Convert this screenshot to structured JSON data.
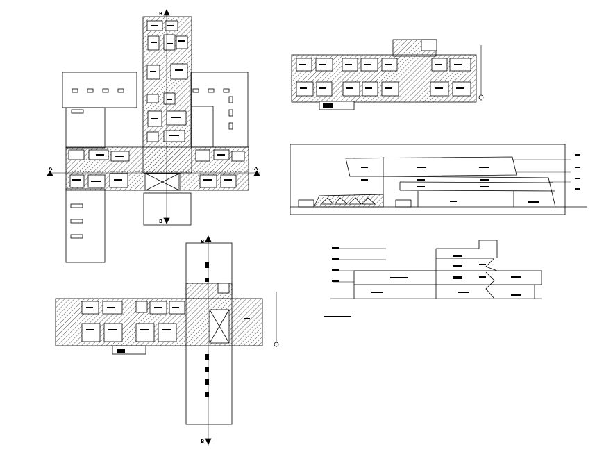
{
  "drawing": {
    "section_markers": {
      "a_left": "A",
      "a_right": "A",
      "b_top": "B",
      "b_bottom": "B",
      "b2_top": "B",
      "b2_bottom": "B"
    },
    "colors": {
      "line": "#000000",
      "hatch": "#555555",
      "background": "#ffffff"
    }
  }
}
